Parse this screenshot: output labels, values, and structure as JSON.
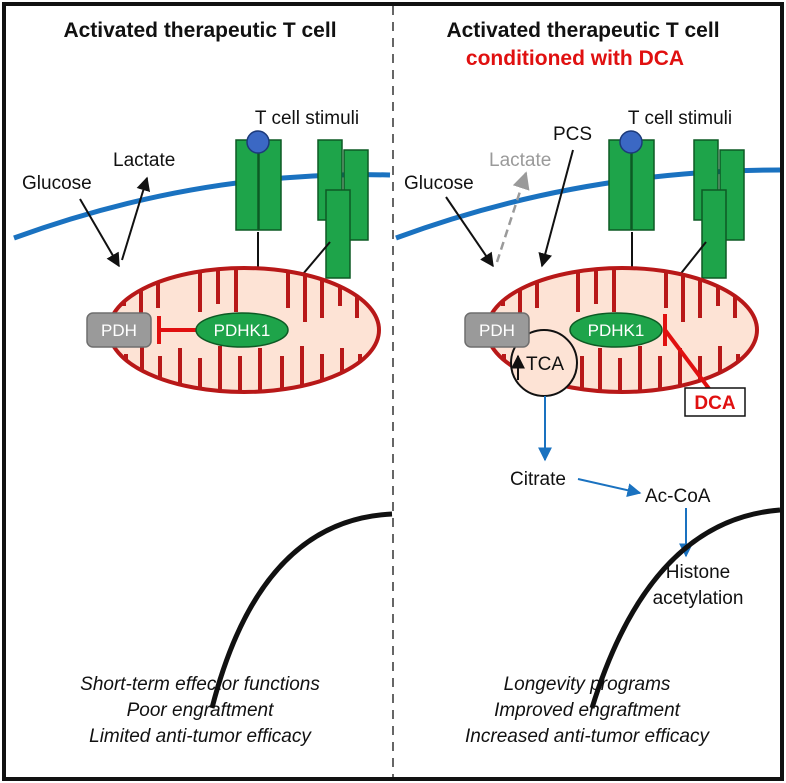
{
  "left_panel": {
    "title": "Activated therapeutic T cell",
    "stimuli": "T cell stimuli",
    "glucose": "Glucose",
    "lactate": "Lactate",
    "pdh": "PDH",
    "pdhk1": "PDHK1",
    "outcomes": [
      "Short-term effector functions",
      "Poor engraftment",
      "Limited anti-tumor efficacy"
    ]
  },
  "right_panel": {
    "title": "Activated therapeutic T cell",
    "subtitle": "conditioned with DCA",
    "stimuli": "T cell stimuli",
    "pcs": "PCS",
    "glucose": "Glucose",
    "lactate": "Lactate",
    "pdh": "PDH",
    "pdhk1": "PDHK1",
    "tca": "TCA",
    "dca": "DCA",
    "citrate": "Citrate",
    "acoa": "Ac-CoA",
    "histone_1": "Histone",
    "histone_2": "acetylation",
    "outcomes": [
      "Longevity programs",
      "Improved engraftment",
      "Increased anti-tumor efficacy"
    ]
  },
  "colors": {
    "membrane": "#1a72c0",
    "receptor": "#1ea44a",
    "mito_fill": "#fde3d5",
    "mito_stroke": "#b81818",
    "inhibit": "#e01010",
    "pdh_box": "#9a9a9a",
    "pathway_arrow": "#1a72c0"
  }
}
